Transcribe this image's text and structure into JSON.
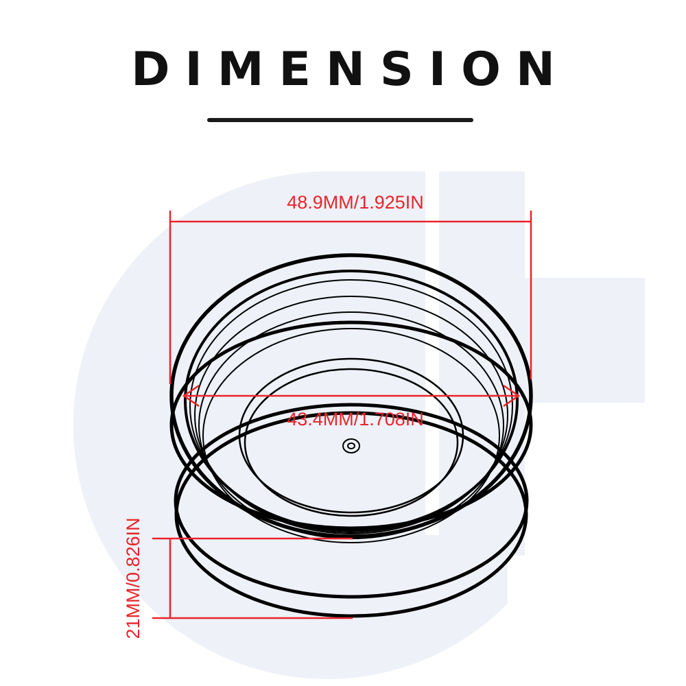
{
  "title": "DIMENSION",
  "dimensions": {
    "outer_diameter": "48.9MM/1.925IN",
    "inner_diameter": "43.4MM/1.708IN",
    "height": "21MM/0.826IN"
  },
  "colors": {
    "dimension_line": "#e8242b",
    "outline": "#000000",
    "watermark": "#eef1f8",
    "title": "#111111"
  }
}
